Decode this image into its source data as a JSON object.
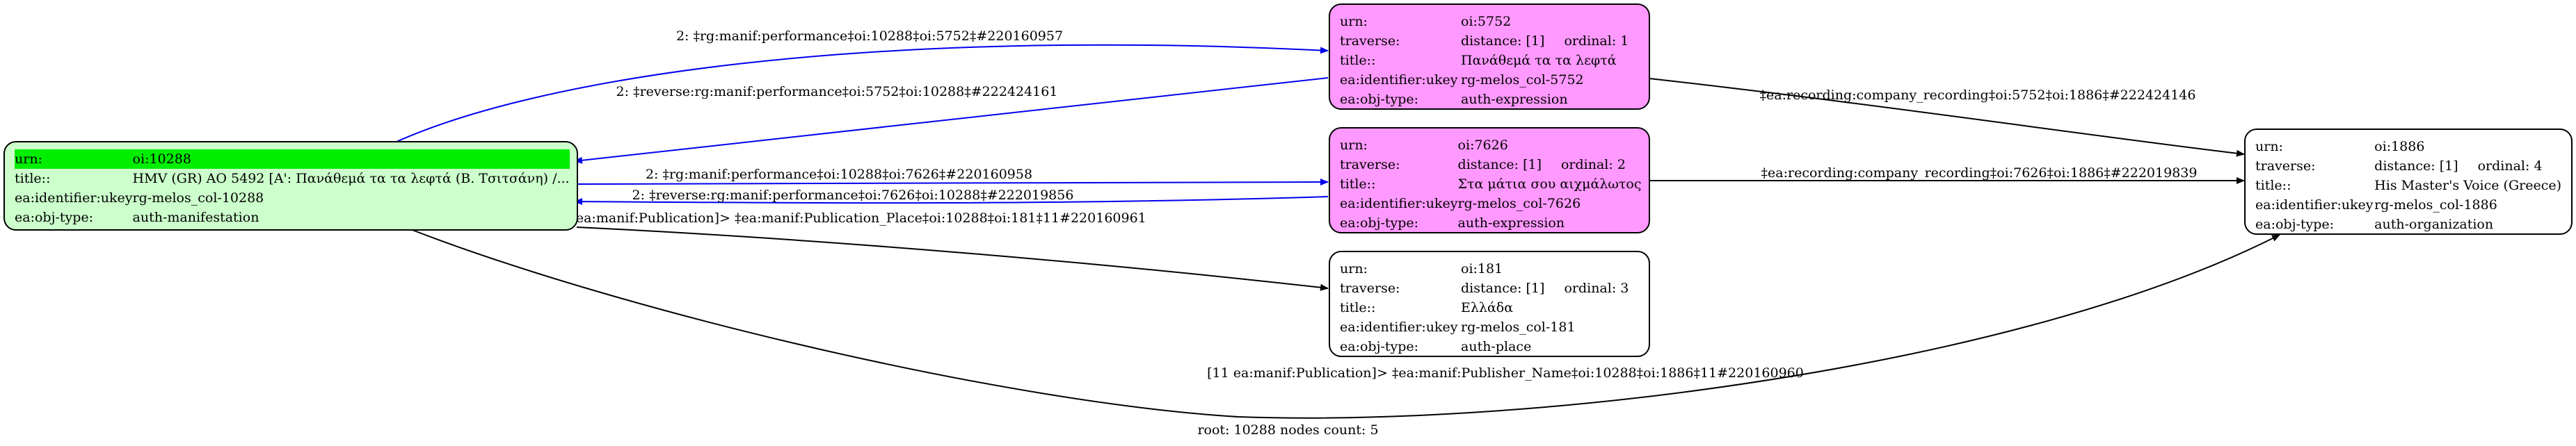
{
  "footer": "root: 10288 nodes count: 5",
  "keys": {
    "urn": "urn:",
    "traverse": "traverse:",
    "title": "title::",
    "ukey": "ea:identifier:ukey",
    "objtype": "ea:obj-type:"
  },
  "nodes": {
    "n10288": {
      "urn": "oi:10288",
      "title": "HMV (GR) AO 5492 [A': Πανάθεμά τα τα λεφτά (Β. Τσιτσάνη) /...",
      "ukey": "rg-melos_col-10288",
      "objtype": "auth-manifestation"
    },
    "n5752": {
      "urn": "oi:5752",
      "distance": "distance: [1]",
      "ordinal": "ordinal: 1",
      "title": "Πανάθεμά τα τα λεφτά",
      "ukey": "rg-melos_col-5752",
      "objtype": "auth-expression"
    },
    "n7626": {
      "urn": "oi:7626",
      "distance": "distance: [1]",
      "ordinal": "ordinal: 2",
      "title": "Στα μάτια σου αιχμάλωτος",
      "ukey": "rg-melos_col-7626",
      "objtype": "auth-expression"
    },
    "n181": {
      "urn": "oi:181",
      "distance": "distance: [1]",
      "ordinal": "ordinal: 3",
      "title": "Ελλάδα",
      "ukey": "rg-melos_col-181",
      "objtype": "auth-place"
    },
    "n1886": {
      "urn": "oi:1886",
      "distance": "distance: [1]",
      "ordinal": "ordinal: 4",
      "title": "His Master's Voice (Greece)",
      "ukey": "rg-melos_col-1886",
      "objtype": "auth-organization"
    }
  },
  "edges": {
    "e1": "2: ‡rg:manif:performance‡oi:10288‡oi:5752‡#220160957",
    "e2": "2: ‡reverse:rg:manif:performance‡oi:5752‡oi:10288‡#222424161",
    "e3": "2: ‡rg:manif:performance‡oi:10288‡oi:7626‡#220160958",
    "e4": "2: ‡reverse:rg:manif:performance‡oi:7626‡oi:10288‡#222019856",
    "e5": "[11 ea:manif:Publication]> ‡ea:manif:Publication_Place‡oi:10288‡oi:181‡11#220160961",
    "e6": "‡ea:recording:company_recording‡oi:5752‡oi:1886‡#222424146",
    "e7": "‡ea:recording:company_recording‡oi:7626‡oi:1886‡#222019839",
    "e8": "[11 ea:manif:Publication]> ‡ea:manif:Publisher_Name‡oi:10288‡oi:1886‡11#220160960"
  },
  "colors": {
    "expression": "#ff99ff",
    "manifestation": "#ccffcc",
    "highlight": "#00ee00",
    "edge_blue": "#0000ee",
    "edge_black": "#000000"
  }
}
